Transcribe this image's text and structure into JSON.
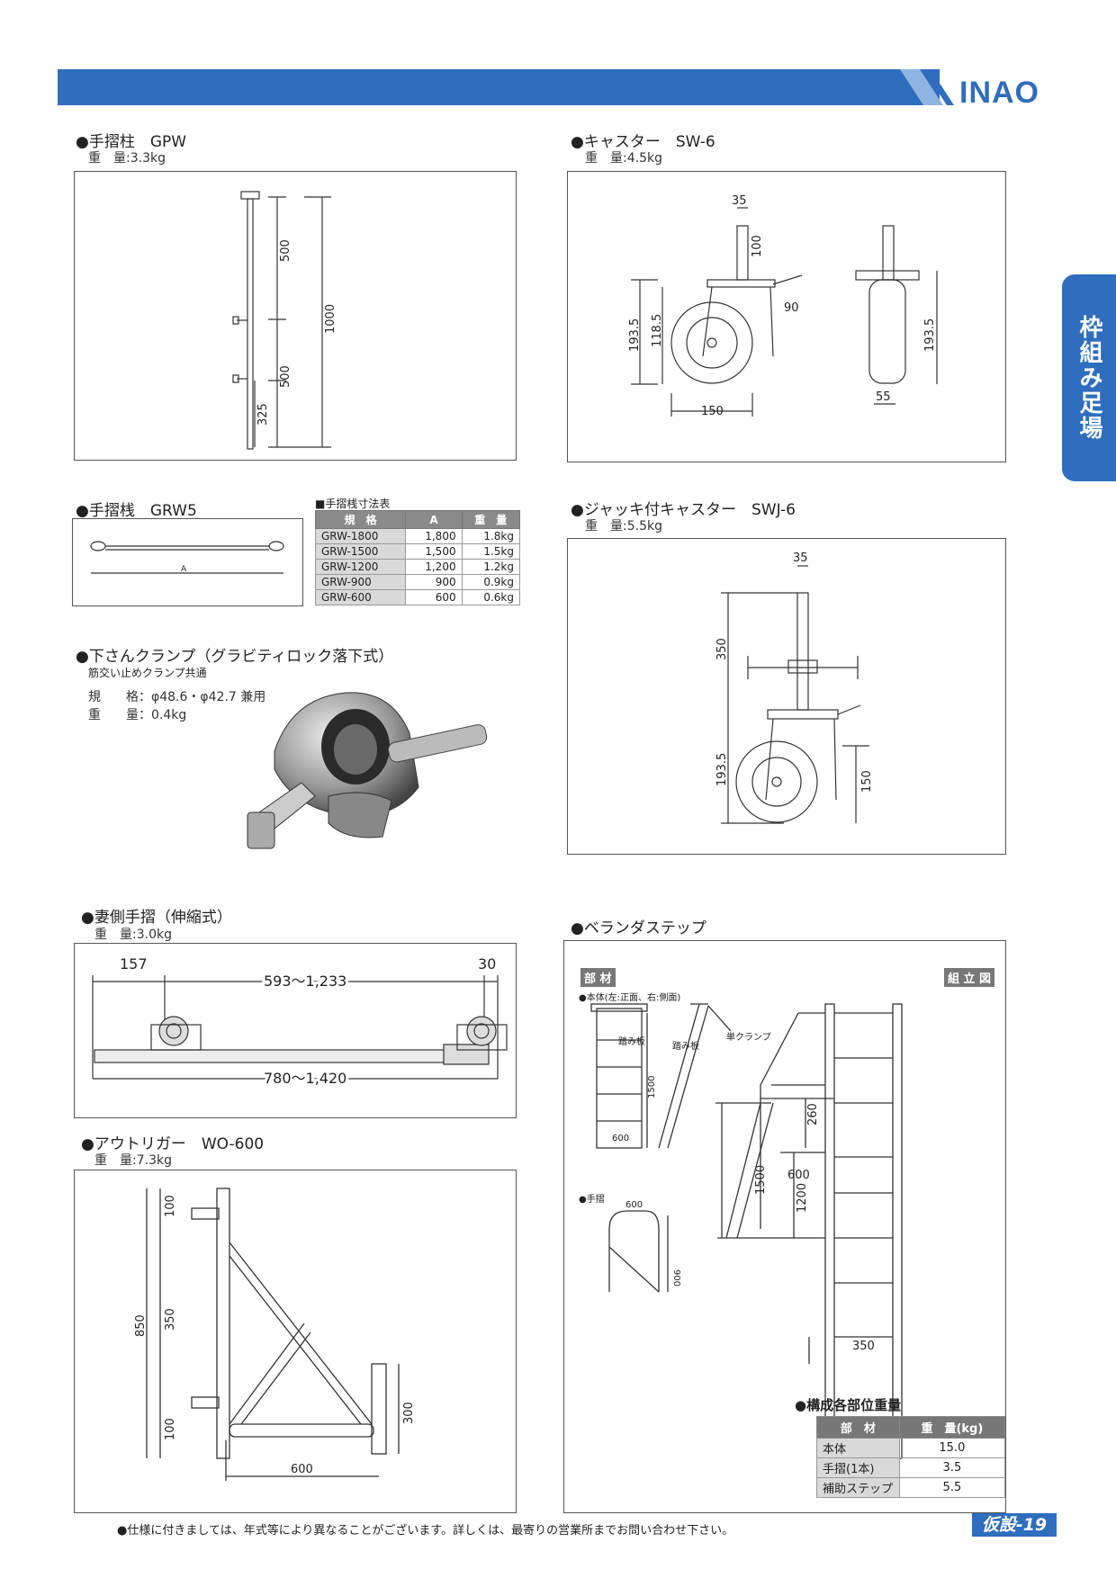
{
  "header": {
    "logo": "INAO"
  },
  "side_tab": {
    "label": "枠組み足場"
  },
  "gpw": {
    "title": "●手摺柱　GPW",
    "weight": "重　量:3.3kg",
    "dims": [
      "500",
      "1000",
      "500",
      "325"
    ]
  },
  "caster": {
    "title": "●キャスター　SW-6",
    "weight": "重　量:4.5kg",
    "dims": [
      "35",
      "100",
      "193.5",
      "118.5",
      "90",
      "150",
      "193.5",
      "55"
    ]
  },
  "grw": {
    "title": "●手摺桟　GRW5",
    "dim_a": "A",
    "table_title": "■手摺桟寸法表",
    "headers": [
      "規　格",
      "A",
      "重　量"
    ],
    "rows": [
      [
        "GRW-1800",
        "1,800",
        "1.8kg"
      ],
      [
        "GRW-1500",
        "1,500",
        "1.5kg"
      ],
      [
        "GRW-1200",
        "1,200",
        "1.2kg"
      ],
      [
        "GRW-900",
        "900",
        "0.9kg"
      ],
      [
        "GRW-600",
        "600",
        "0.6kg"
      ]
    ]
  },
  "jack_caster": {
    "title": "●ジャッキ付キャスター　SWJ-6",
    "weight": "重　量:5.5kg",
    "dims": [
      "35",
      "350",
      "193.5",
      "150"
    ]
  },
  "clamp": {
    "title": "●下さんクランプ（グラビティロック落下式）",
    "note": "筋交い止めクランプ共通",
    "spec": "規　　格：φ48.6・φ42.7 兼用",
    "weight": "重　　量：0.4kg"
  },
  "gable": {
    "title": "●妻側手摺（伸縮式）",
    "weight": "重　量:3.0kg",
    "dims": [
      "157",
      "593～1,233",
      "30",
      "780～1,420"
    ]
  },
  "veranda": {
    "title": "●ベランダステップ",
    "parts_tag": "部 材",
    "assembly_tag": "組 立 図",
    "body_label": "●本体(左:正面、右:側面)",
    "tread1": "踏み板",
    "tread2": "踏み板",
    "clamp": "単クランプ",
    "handrail_label": "●手摺",
    "dims_parts": [
      "600",
      "1500",
      "600",
      "900"
    ],
    "dims_assembly": [
      "1500",
      "260",
      "600",
      "1200",
      "350"
    ],
    "weights_title": "●構成各部位重量",
    "weights_headers": [
      "部　材",
      "重　量(kg)"
    ],
    "weights_rows": [
      [
        "本体",
        "15.0"
      ],
      [
        "手摺(1本)",
        "3.5"
      ],
      [
        "補助ステップ",
        "5.5"
      ]
    ]
  },
  "outrigger": {
    "title": "●アウトリガー　WO-600",
    "weight": "重　量:7.3kg",
    "dims": [
      "100",
      "350",
      "100",
      "850",
      "300",
      "600"
    ]
  },
  "footer": {
    "note": "●仕様に付きましては、年式等により異なることがございます。詳しくは、最寄りの営業所までお問い合わせ下さい。",
    "page": "仮設-19"
  },
  "colors": {
    "accent": "#2f6dbe"
  }
}
